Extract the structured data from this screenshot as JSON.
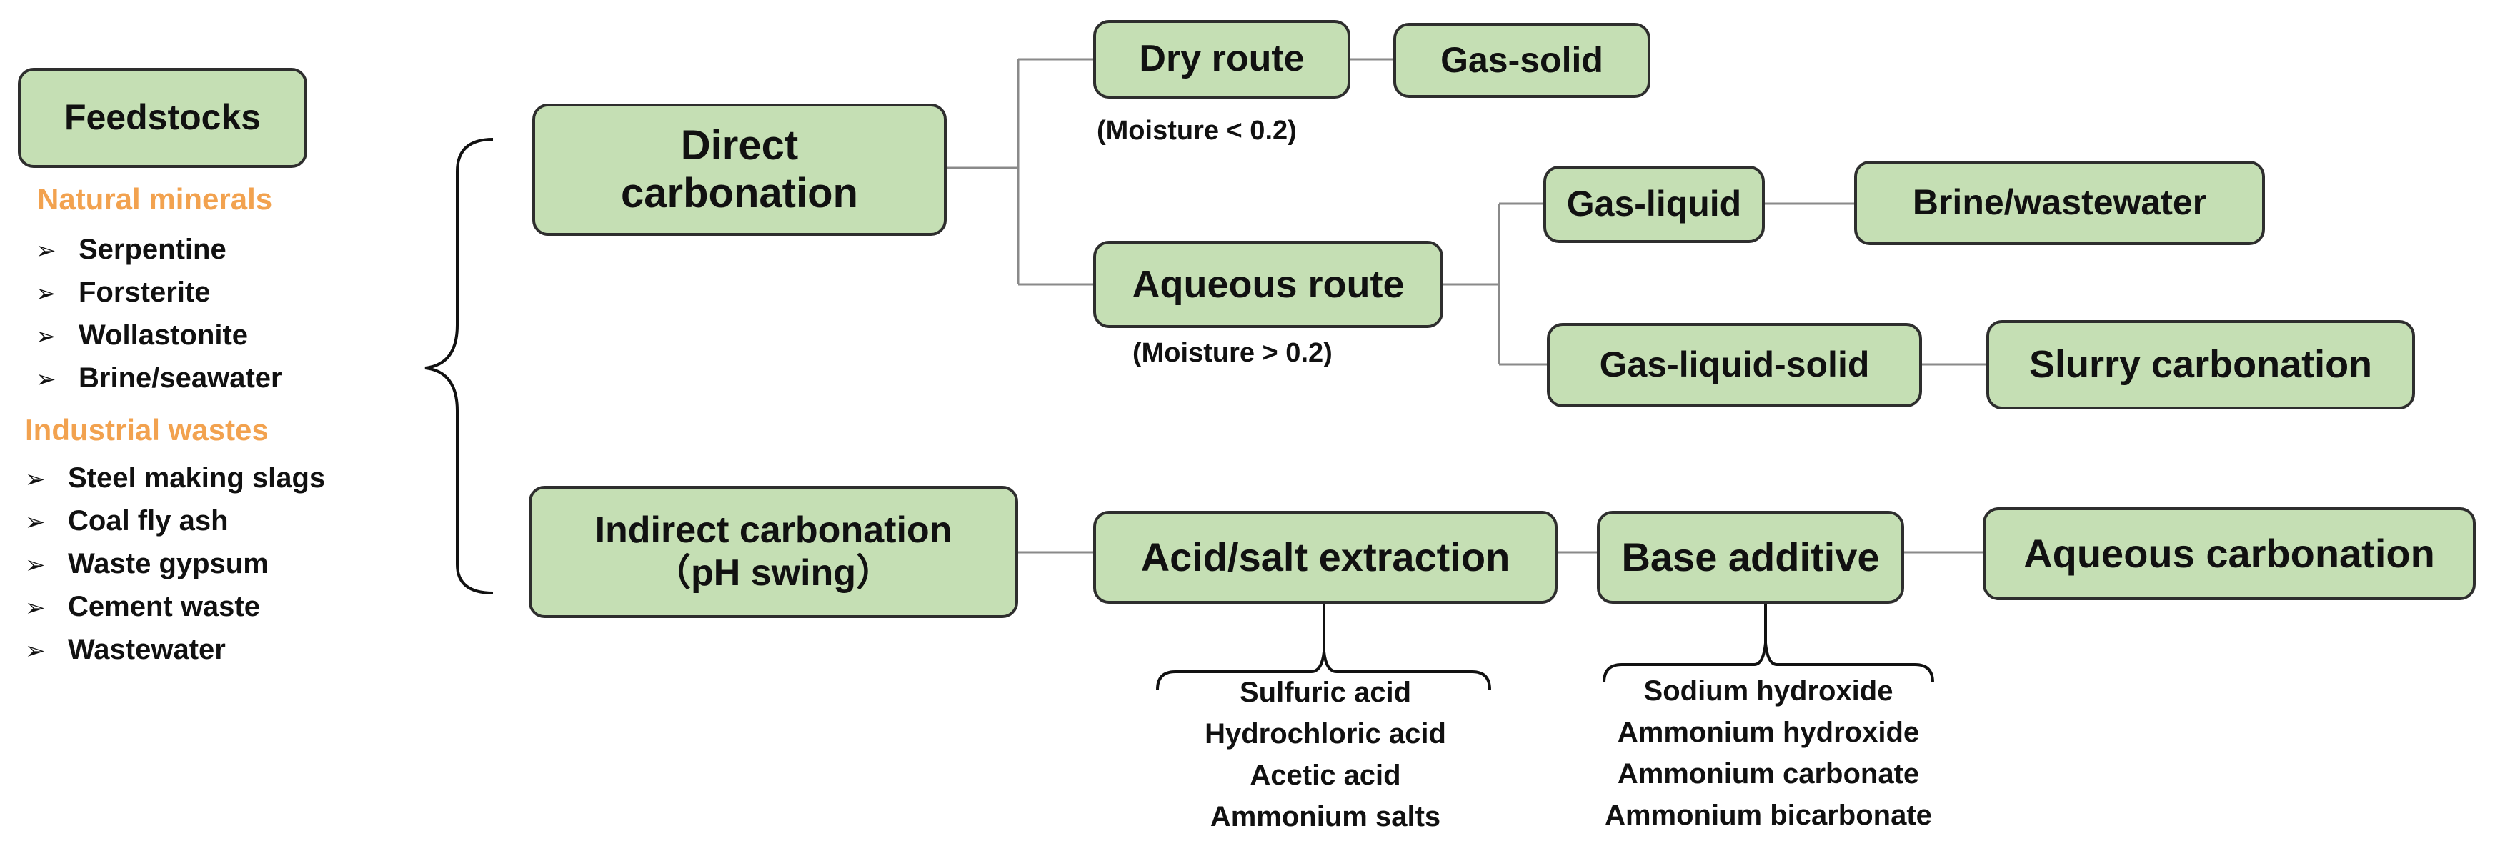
{
  "feedstocks": {
    "title": "Feedstocks",
    "natural": {
      "heading": "Natural minerals",
      "items": [
        "Serpentine",
        "Forsterite",
        "Wollastonite",
        "Brine/seawater"
      ]
    },
    "industrial": {
      "heading": "Industrial wastes",
      "items": [
        "Steel making slags",
        "Coal fly ash",
        "Waste gypsum",
        "Cement waste",
        "Wastewater"
      ]
    },
    "bullet_glyph": "➢"
  },
  "direct": {
    "line1": "Direct",
    "line2": "carbonation",
    "dry_route": "Dry route",
    "dry_note": "(Moisture < 0.2)",
    "gas_solid": "Gas-solid",
    "aqueous_route": "Aqueous route",
    "aqueous_note": "(Moisture > 0.2)",
    "gas_liquid": "Gas-liquid",
    "brine": "Brine/wastewater",
    "gas_liquid_solid": "Gas-liquid-solid",
    "slurry": "Slurry carbonation"
  },
  "indirect": {
    "line1": "Indirect carbonation",
    "line2": "（pH swing）",
    "acid_salt": "Acid/salt extraction",
    "base_additive": "Base additive",
    "aqueous_carbonation": "Aqueous carbonation",
    "acids": [
      "Sulfuric acid",
      "Hydrochloric acid",
      "Acetic acid",
      "Ammonium salts"
    ],
    "bases": [
      "Sodium hydroxide",
      "Ammonium hydroxide",
      "Ammonium carbonate",
      "Ammonium bicarbonate"
    ]
  },
  "colors": {
    "box_fill": "#c5dfb4",
    "box_border": "#2e2e2e",
    "heading_orange": "#f2a24f",
    "line": "#8a8a8a"
  }
}
